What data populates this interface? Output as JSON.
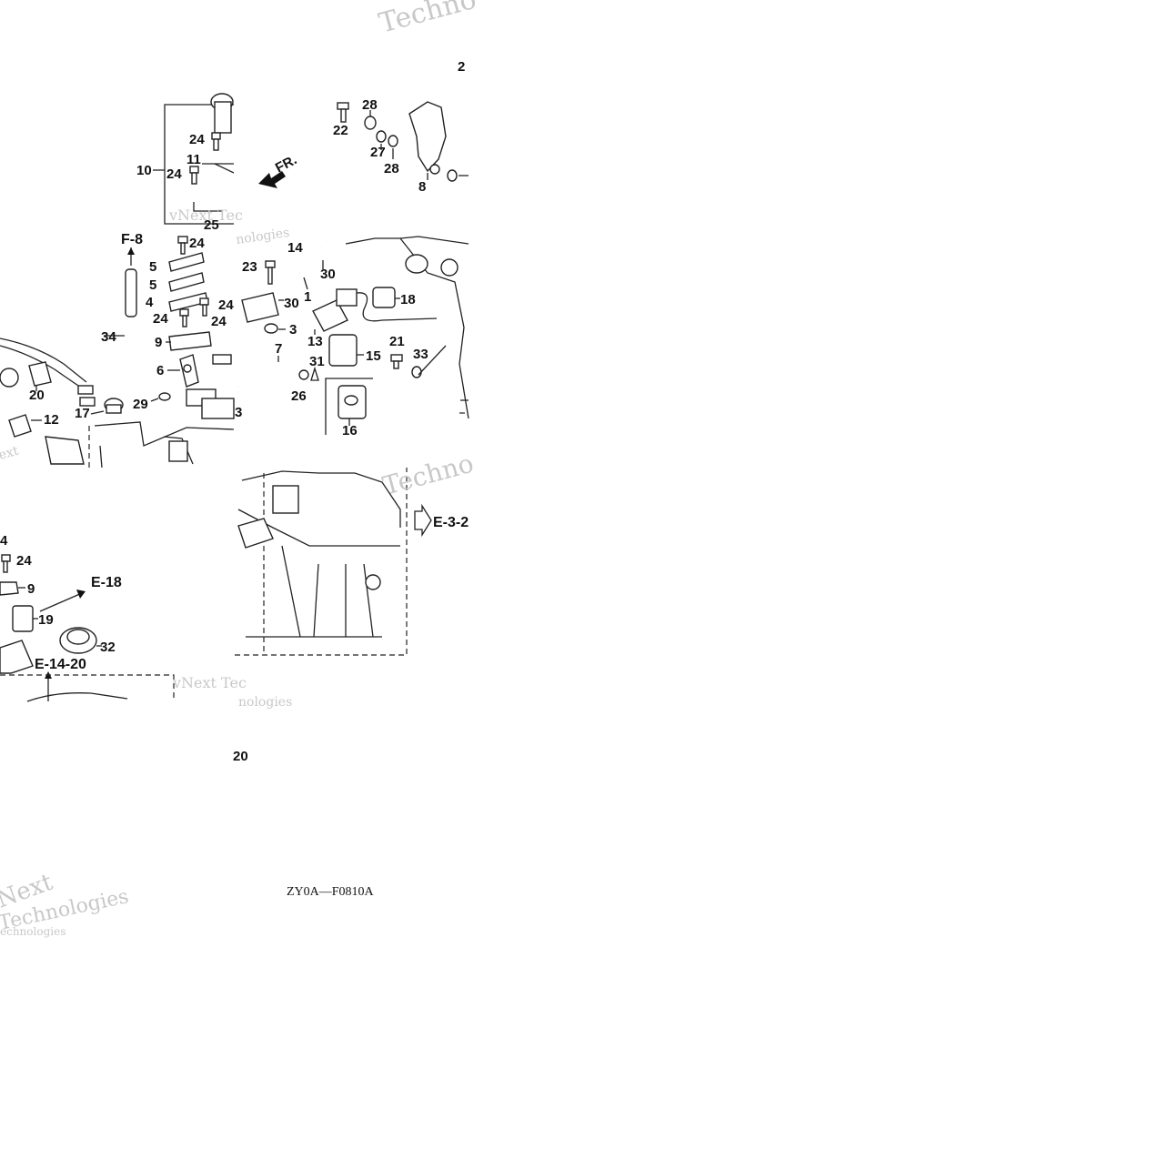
{
  "diagram": {
    "drawing_code": "ZY0A—F0810A",
    "direction_label": "FR.",
    "callouts": {
      "c1": "1",
      "c3": "3",
      "c4": "4",
      "c5a": "5",
      "c5b": "5",
      "c6": "6",
      "c7": "7",
      "c8": "8",
      "c9a": "9",
      "c9b": "9",
      "c10": "10",
      "c11": "11",
      "c12": "12",
      "c13": "13",
      "c14": "14",
      "c15": "15",
      "c16": "16",
      "c17": "17",
      "c18": "18",
      "c19": "19",
      "c20": "20",
      "c21": "21",
      "c22": "22",
      "c23": "23",
      "c24a": "24",
      "c24b": "24",
      "c24c": "24",
      "c24d": "24",
      "c24e": "24",
      "c24f": "24",
      "c24g": "24",
      "c25": "25",
      "c26": "26",
      "c27": "27",
      "c28a": "28",
      "c28b": "28",
      "c29": "29",
      "c30a": "30",
      "c30b": "30",
      "c31": "31",
      "c32": "32",
      "c33": "33",
      "c34": "34",
      "c2frag": "2",
      "c3frag": "3",
      "c20frag": "20",
      "c4frag": "4"
    },
    "references": {
      "f8": "F-8",
      "e18": "E-18",
      "e1420": "E-14-20",
      "e32": "E-3-2"
    },
    "watermarks": {
      "w1": "Techno",
      "w2": "vNext Tec",
      "w3": "nologies",
      "w4": "Techno",
      "w5": "vNext Tec",
      "w6": "nologies",
      "w7": "Next",
      "w8": "Technologies",
      "w9": "ext",
      "w10": "echnologies"
    }
  }
}
